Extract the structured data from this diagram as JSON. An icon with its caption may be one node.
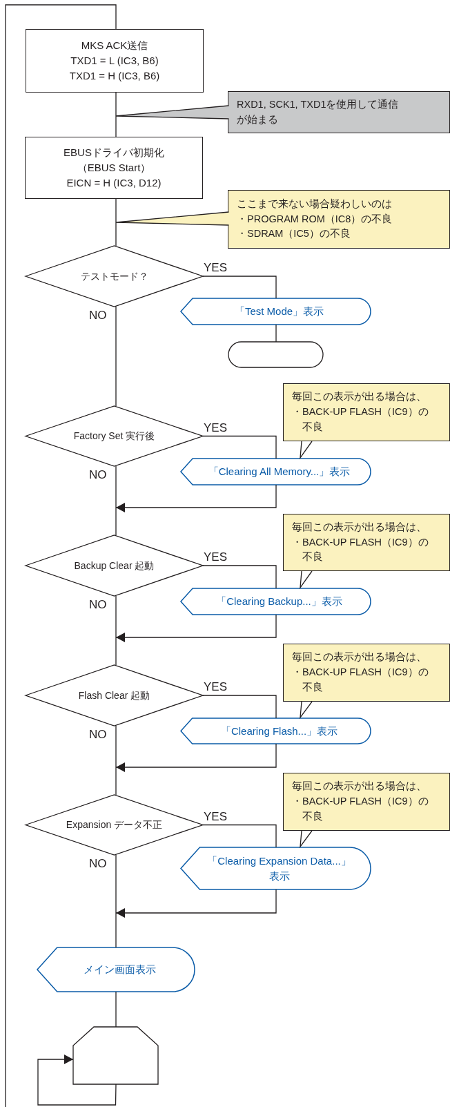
{
  "diagram": {
    "nodes": [
      {
        "text": [
          "MKS ACK送信",
          "TXD1 = L (IC3, B6)",
          "TXD1 = H (IC3, B6)"
        ]
      },
      {
        "text": [
          "RXD1, SCK1, TXD1を使用して通信が始まる"
        ]
      },
      {
        "text": [
          "EBUSドライバ初期化",
          "（EBUS Start）",
          "EICN = H (IC3, D12)"
        ]
      },
      {
        "text": [
          "ここまで来ない場合疑わしいのは",
          "・PROGRAM ROM（IC8）の不良",
          "・SDRAM（IC5）の不良"
        ]
      },
      {
        "text": [
          "テストモード？"
        ]
      },
      {
        "text": [
          "「Test Mode」表示"
        ]
      },
      {
        "text": [],
        "shape": "terminator"
      },
      {
        "text": [
          "Factory Set 実行後"
        ]
      },
      {
        "text": [
          "毎回この表示が出る場合は、",
          "・BACK-UP FLASH（IC9）の不良"
        ]
      },
      {
        "text": [
          "「Clearing All Memory...」表示"
        ]
      },
      {
        "text": [
          "Backup Clear 起動"
        ]
      },
      {
        "text": [
          "毎回この表示が出る場合は、",
          "・BACK-UP FLASH（IC9）の不良"
        ]
      },
      {
        "text": [
          "「Clearing Backup...」表示"
        ]
      },
      {
        "text": [
          "Flash Clear 起動"
        ]
      },
      {
        "text": [
          "毎回この表示が出る場合は、",
          "・BACK-UP FLASH（IC9）の不良"
        ]
      },
      {
        "text": [
          "「Clearing Flash...」表示"
        ]
      },
      {
        "text": [
          "Expansion データ不正"
        ]
      },
      {
        "text": [
          "毎回この表示が出る場合は、",
          "・BACK-UP FLASH（IC9）の不良"
        ]
      },
      {
        "text": [
          "「Clearing Expansion Data...」表示"
        ]
      },
      {
        "text": [
          "メイン画面表示"
        ]
      },
      {
        "text": [],
        "shape": "hexagon"
      }
    ],
    "edges": [
      {
        "from": 0,
        "to": 2,
        "arrow": "none"
      },
      {
        "from": 2,
        "to": 4,
        "arrow": "none"
      },
      {
        "from": 4,
        "to": 5,
        "arrow": "none",
        "label": "YES"
      },
      {
        "from": 5,
        "to": 6,
        "arrow": "none"
      },
      {
        "from": 4,
        "to": 7,
        "arrow": "none",
        "label": "NO"
      },
      {
        "from": 7,
        "to": 9,
        "arrow": "none",
        "label": "YES"
      },
      {
        "from": 9,
        "to": 10,
        "arrow": "to"
      },
      {
        "from": 7,
        "to": 10,
        "arrow": "none",
        "label": "NO"
      },
      {
        "from": 10,
        "to": 12,
        "arrow": "none",
        "label": "YES"
      },
      {
        "from": 12,
        "to": 13,
        "arrow": "to"
      },
      {
        "from": 10,
        "to": 13,
        "arrow": "none",
        "label": "NO"
      },
      {
        "from": 13,
        "to": 15,
        "arrow": "none",
        "label": "YES"
      },
      {
        "from": 15,
        "to": 16,
        "arrow": "to"
      },
      {
        "from": 13,
        "to": 16,
        "arrow": "none",
        "label": "NO"
      },
      {
        "from": 16,
        "to": 18,
        "arrow": "none",
        "label": "YES"
      },
      {
        "from": 18,
        "to": 19,
        "arrow": "to"
      },
      {
        "from": 16,
        "to": 19,
        "arrow": "none",
        "label": "NO"
      },
      {
        "from": 19,
        "to": 20,
        "arrow": "none"
      },
      {
        "from": 20,
        "to": 20,
        "arrow": "to"
      },
      {
        "from": null,
        "to": 0,
        "arrow": "none"
      },
      {
        "from": 1,
        "to": null,
        "arrow": "none"
      },
      {
        "from": 3,
        "to": null,
        "arrow": "none"
      },
      {
        "from": 8,
        "to": 9,
        "arrow": "none"
      },
      {
        "from": 11,
        "to": 12,
        "arrow": "none"
      },
      {
        "from": 14,
        "to": 15,
        "arrow": "none"
      },
      {
        "from": 17,
        "to": 18,
        "arrow": "none"
      }
    ]
  }
}
